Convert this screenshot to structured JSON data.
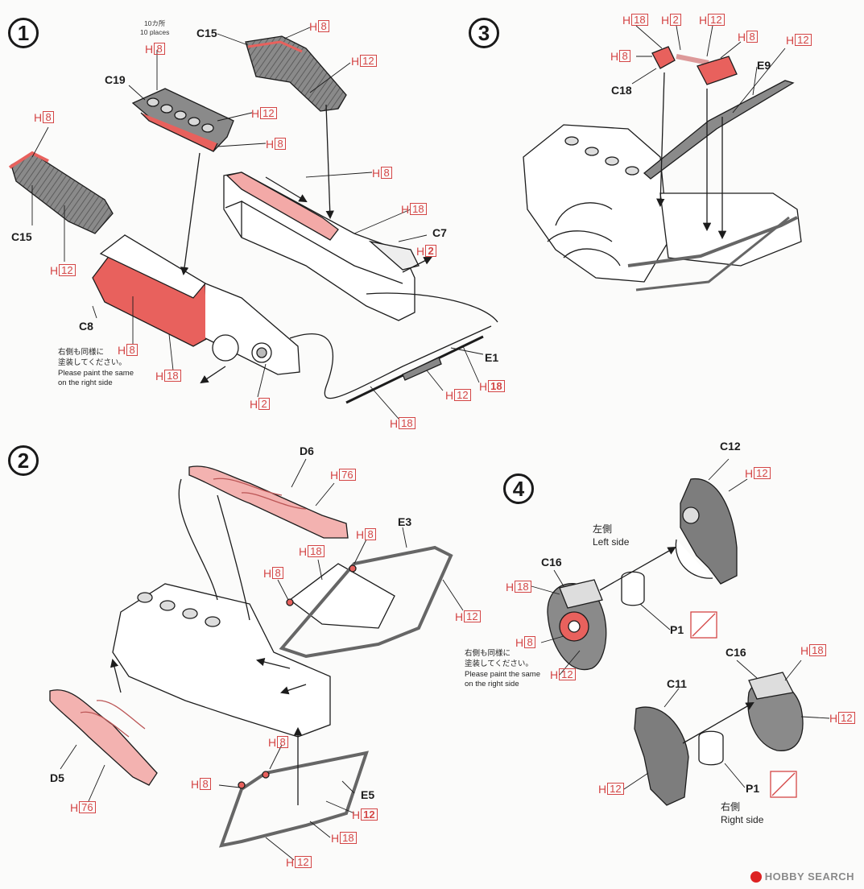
{
  "steps": [
    {
      "number": "1"
    },
    {
      "number": "2"
    },
    {
      "number": "3"
    },
    {
      "number": "4"
    }
  ],
  "paint_prefix": "H",
  "parts": {
    "c15_top": "C15",
    "c19": "C19",
    "c15_left": "C15",
    "c8": "C8",
    "c7": "C7",
    "e1": "E1",
    "d6": "D6",
    "e3": "E3",
    "d5": "D5",
    "e5": "E5",
    "c18": "C18",
    "e9": "E9",
    "c12": "C12",
    "c16_left": "C16",
    "p1_left": "P1",
    "c16_right": "C16",
    "c11": "C11",
    "p1_right": "P1"
  },
  "notes": {
    "ten_places_jp": "10カ所",
    "ten_places_en": "10 places",
    "right_side_same_jp_1": "右側も同様に",
    "right_side_same_jp_2": "塗装してください。",
    "right_side_same_en_1": "Please paint the same",
    "right_side_same_en_2": "on the right side",
    "left_side_jp": "左側",
    "left_side_en": "Left side",
    "right_side_jp": "右側",
    "right_side_en": "Right side"
  },
  "paint_codes": {
    "s1_a": "8",
    "s1_b": "8",
    "s1_c": "12",
    "s1_d": "12",
    "s1_e": "8",
    "s1_f": "8",
    "s1_g": "8",
    "s1_h": "12",
    "s1_i": "18",
    "s1_j": "2",
    "s1_k": "8",
    "s1_l": "18",
    "s1_m": "2",
    "s1_n": "12",
    "s1_o": "18",
    "s1_p": "18",
    "s2_a": "76",
    "s2_b": "8",
    "s2_c": "18",
    "s2_d": "8",
    "s2_e": "12",
    "s2_f": "76",
    "s2_g": "8",
    "s2_h": "8",
    "s2_i": "12",
    "s2_j": "18",
    "s2_k": "12",
    "s3_a": "18",
    "s3_b": "2",
    "s3_c": "12",
    "s3_d": "8",
    "s3_e": "8",
    "s3_f": "12",
    "s4_a": "12",
    "s4_b": "18",
    "s4_c": "8",
    "s4_d": "12",
    "s4_e": "18",
    "s4_f": "12",
    "s4_g": "12"
  },
  "watermark": "HOBBY SEARCH",
  "colors": {
    "paint_red": "#d44646",
    "part_red": "#e8615d",
    "part_pink": "#f3b2b0",
    "part_gray": "#7d7d7d",
    "ink": "#1c1c1c"
  }
}
